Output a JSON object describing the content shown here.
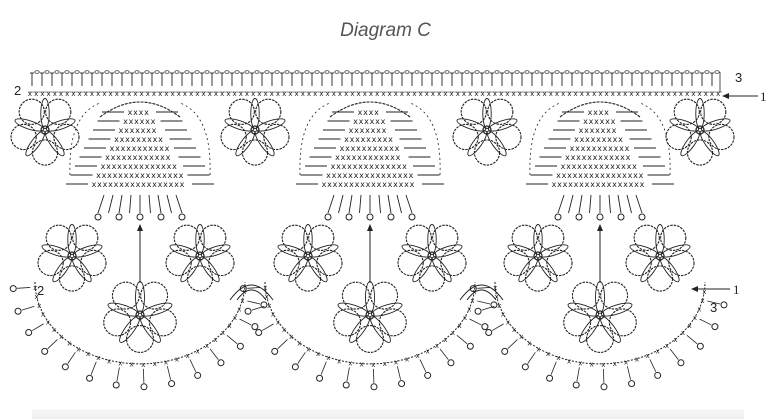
{
  "title": "Diagram C",
  "labels": {
    "top_row_left": "2",
    "top_row_right": "3",
    "top_arrow_label": "1",
    "bottom_row_left": "2",
    "bottom_row_right": "3",
    "bottom_arrow_label": "1"
  },
  "diagram": {
    "type": "crochet-chart",
    "repeats": 3,
    "colors": {
      "ink": "#222222",
      "title": "#555555",
      "background": "#ffffff"
    },
    "top_flowers_x": [
      45,
      255,
      487,
      700
    ],
    "top_fans_x": [
      140,
      370,
      600
    ],
    "middle_flowers_x": [
      72,
      200,
      308,
      432,
      538,
      660
    ],
    "bottom_flowers_x": [
      140,
      370,
      600
    ],
    "scallops_x": [
      140,
      370,
      600
    ]
  }
}
